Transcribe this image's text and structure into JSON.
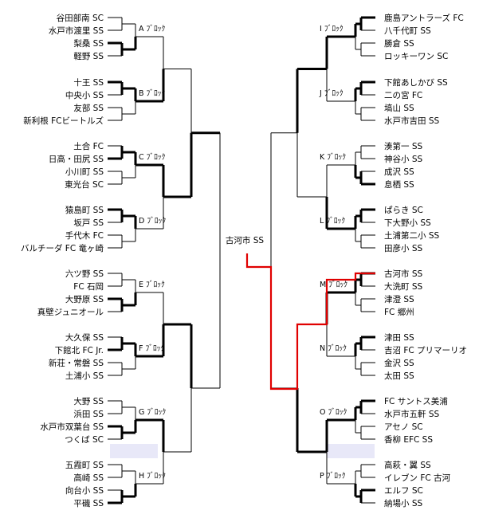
{
  "champion": "古河市 SS",
  "left_blocks": [
    {
      "label": "A ﾌﾞﾛｯｸ",
      "teams": [
        "谷田部南 SC",
        "水戸市渡里 SS",
        "梨桑 SS",
        "軽野 SS"
      ]
    },
    {
      "label": "B ﾌﾞﾛｯｸ",
      "teams": [
        "十王 SS",
        "中央小 SS",
        "友部 SS",
        "新利根 FCビートルズ"
      ]
    },
    {
      "label": "C ﾌﾞﾛｯｸ",
      "teams": [
        "土合 FC",
        "日高・田尻 SS",
        "小川町 SS",
        "東光台 SC"
      ]
    },
    {
      "label": "D ﾌﾞﾛｯｸ",
      "teams": [
        "猿島町 SS",
        "坂戸 SS",
        "手代木 FC",
        "バルチーダ FC 竜ヶ崎"
      ]
    },
    {
      "label": "E ﾌﾞﾛｯｸ",
      "teams": [
        "六ツ野 SS",
        "FC 石岡",
        "大野原 SS",
        "真壁ジュニオール"
      ]
    },
    {
      "label": "F ﾌﾞﾛｯｸ",
      "teams": [
        "大久保 SS",
        "下館北 FC Jr.",
        "新荘・常磐 SS",
        "土浦小 SS"
      ]
    },
    {
      "label": "G ﾌﾞﾛｯｸ",
      "teams": [
        "大野 SS",
        "浜田 SS",
        "水戸市双葉台 SS",
        "つくば SC"
      ]
    },
    {
      "label": "H ﾌﾞﾛｯｸ",
      "teams": [
        "五霞町 SS",
        "高崎 SS",
        "向台小 SS",
        "平磯 SS"
      ]
    }
  ],
  "right_blocks": [
    {
      "label": "I ﾌﾞﾛｯｸ",
      "teams": [
        "鹿島アントラーズ FC",
        "八千代町 SS",
        "勝倉 SS",
        "ロッキーワン SC"
      ]
    },
    {
      "label": "J ﾌﾞﾛｯｸ",
      "teams": [
        "下館あしかび SS",
        "二の宮 FC",
        "塙山 SS",
        "水戸市吉田 SS"
      ]
    },
    {
      "label": "K ﾌﾞﾛｯｸ",
      "teams": [
        "湊第一 SS",
        "神谷小 SS",
        "成沢 SS",
        "息栖 SS"
      ]
    },
    {
      "label": "L ﾌﾞﾛｯｸ",
      "teams": [
        "ぱらき SC",
        "下大野小 SS",
        "土浦第二小 SS",
        "田彦小 SS"
      ]
    },
    {
      "label": "M ﾌﾞﾛｯｸ",
      "teams": [
        "古河市 SS",
        "大洗町 SS",
        "津澄 SS",
        "FC 郷州"
      ]
    },
    {
      "label": "N ﾌﾞﾛｯｸ",
      "teams": [
        "津田 SS",
        "吉沼 FC プリマーリオ",
        "金沢 SS",
        "太田 SS"
      ]
    },
    {
      "label": "O ﾌﾞﾛｯｸ",
      "teams": [
        "FC サントス美浦",
        "水戸市五軒 SS",
        "アセノ SC",
        "香柳 EFC SS"
      ]
    },
    {
      "label": "P ﾌﾞﾛｯｸ",
      "teams": [
        "高萩・翼 SS",
        "イレブン FC 古河",
        "エルフ SC",
        "納場小 SS"
      ]
    }
  ],
  "colors": {
    "line": "#000000",
    "winner_path": "#e00000",
    "shade": "#e8e8f8"
  }
}
